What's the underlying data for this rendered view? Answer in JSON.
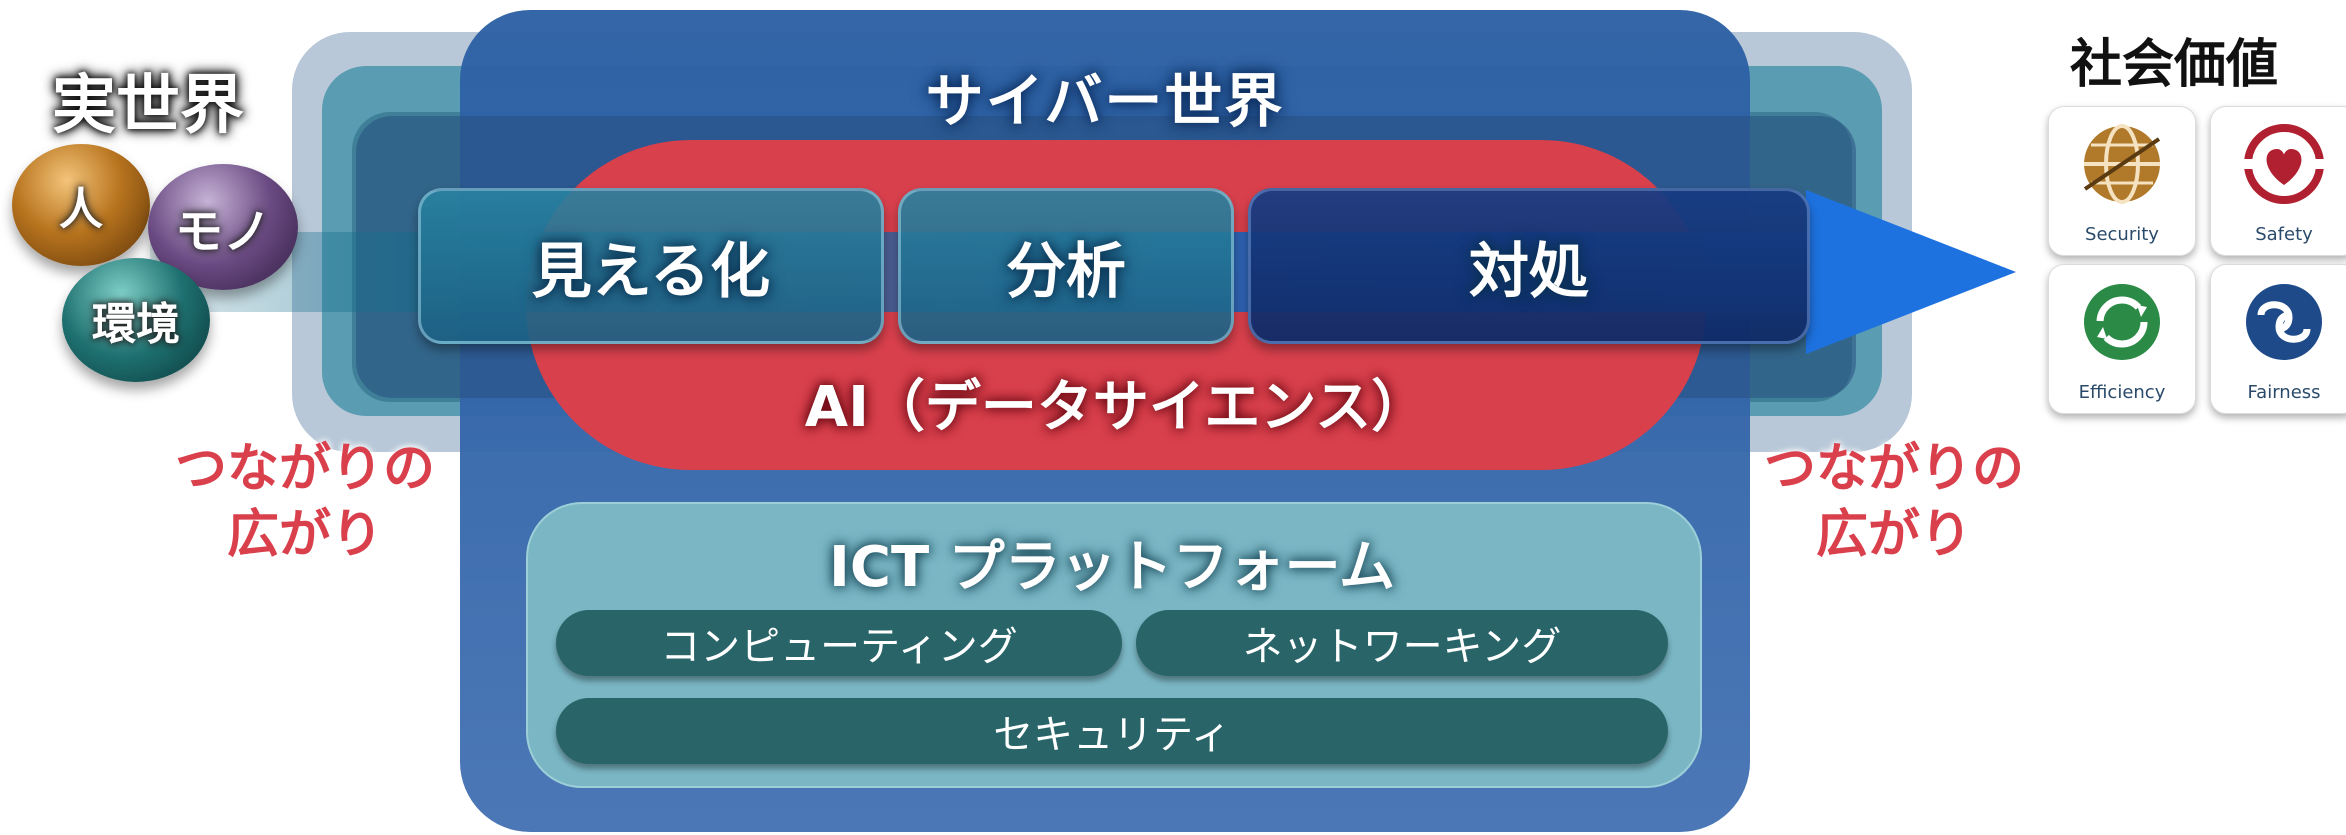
{
  "real_world": {
    "title": "実世界",
    "entities": [
      "人",
      "モノ",
      "環境"
    ]
  },
  "cyber_world": {
    "title": "サイバー世界",
    "processes": [
      "見える化",
      "分析",
      "対処"
    ],
    "ai_label": "AI（データサイエンス）"
  },
  "ict_platform": {
    "title": "ICT プラットフォーム",
    "components": [
      "コンピューティング",
      "ネットワーキング",
      "セキュリティ"
    ]
  },
  "spread_label": {
    "left": [
      "つながりの",
      "広がり"
    ],
    "right": [
      "つながりの",
      "広がり"
    ]
  },
  "social_value": {
    "title": "社会価値",
    "items": [
      {
        "label": "Security",
        "icon": "globe-icon",
        "color": "#8a5a1a"
      },
      {
        "label": "Safety",
        "icon": "heart-shield-icon",
        "color": "#b02030"
      },
      {
        "label": "Efficiency",
        "icon": "cycle-arrows-icon",
        "color": "#1e7a3a"
      },
      {
        "label": "Fairness",
        "icon": "linked-rings-icon",
        "color": "#1e4a8a"
      }
    ]
  },
  "colors": {
    "cyber_blue": "#2c60a4",
    "ai_red": "#d8404c",
    "ict_teal": "#7ab6c4",
    "pill_dark_teal": "#286468",
    "spread_red": "#d9404c"
  }
}
